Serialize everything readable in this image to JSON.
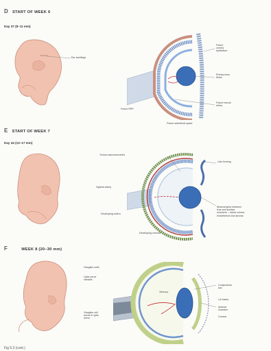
{
  "panels": [
    {
      "letter": "D",
      "title": "START OF WEEK 6",
      "subtitle": "Day 37 (8–11 mm)",
      "labels": {
        "ear": "Ear swellings",
        "cornea": "Future\ncornea\nepithelium",
        "lens": "Primary lens\nfibres",
        "retina": "Future neural\nretina",
        "rpe": "Future RPE",
        "subretinal": "Future subretinal space"
      }
    },
    {
      "letter": "E",
      "title": "START OF WEEK 7",
      "subtitle": "Day 44 (13–17 mm)",
      "labels": {
        "tunica": "Tunica vasculosa lentis",
        "lids": "Lids forming",
        "hyaloid": "Hyaloid artery",
        "sclera": "Developing sclera",
        "choroid": "Developing choroid",
        "mesenchyme": "Mesenchyme between\nlens and surface\nectoderm – future cornea\nendothelium and stroma"
      }
    },
    {
      "letter": "F",
      "title": "WEEK 8 (20–30 mm)",
      "labels": {
        "ganglion": "Ganglion cells",
        "optic": "Optic nerve\nsheaths",
        "axons": "Ganglion cell\naxons in optic\nnerve",
        "vitreous": "Vitreous",
        "conj": "Conjunctival\nsac",
        "lidfusion": "Lid fusion",
        "anterior": "Anterior\nchamber",
        "cornea": "Cornea"
      }
    }
  ],
  "caption": "Fig 5.3 (cont.)"
}
